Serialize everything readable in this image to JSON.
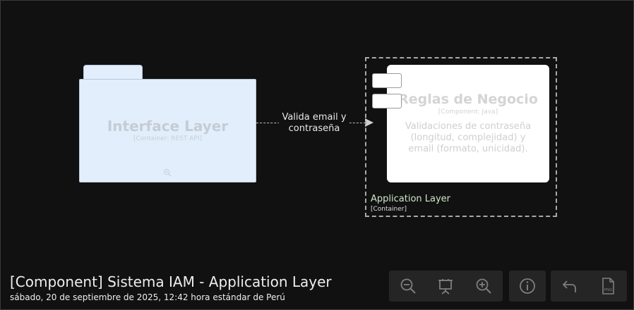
{
  "diagram": {
    "interface_layer": {
      "title": "Interface Layer",
      "technology": "[Container: REST API]"
    },
    "relationship": {
      "label": "Valida email y contraseña"
    },
    "application_layer": {
      "label": "Application Layer",
      "technology": "[Container]"
    },
    "component": {
      "title": "Reglas de Negocio",
      "technology": "[Component: Java]",
      "description": "Validaciones de contraseña (longitud, complejidad) y email (formato, unicidad)."
    }
  },
  "footer": {
    "title": "[Component] Sistema IAM - Application Layer",
    "date": "sábado, 20 de septiembre de 2025, 12:42 hora estándar de Perú"
  },
  "toolbar": {
    "icons": [
      "zoom-out-icon",
      "fit-presentation-icon",
      "zoom-in-icon",
      "info-icon",
      "back-icon",
      "png-export-icon"
    ]
  },
  "colors": {
    "background": "#111111",
    "container_fill": "#e3eefc",
    "component_fill": "#ffffff",
    "boundary_label": "#cfe7c8"
  }
}
